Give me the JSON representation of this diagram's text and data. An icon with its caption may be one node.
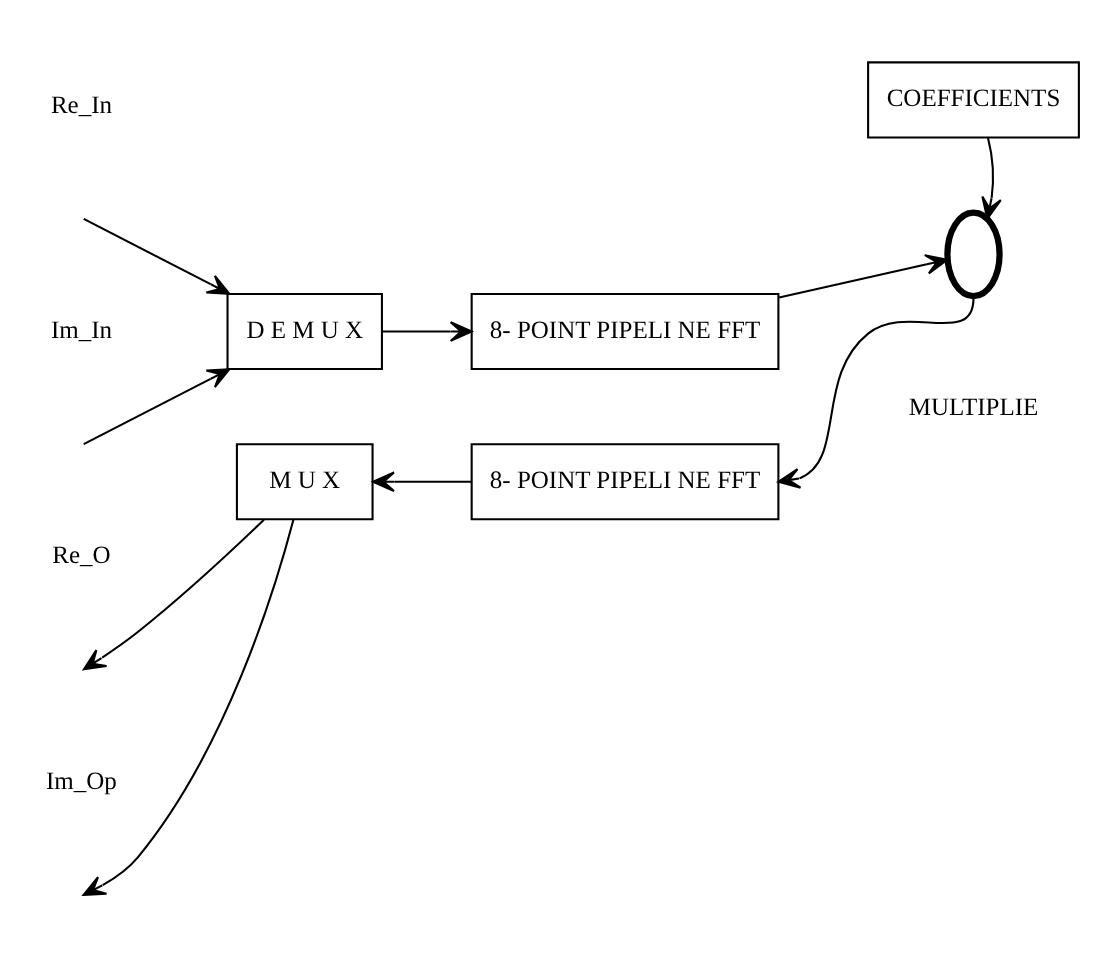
{
  "diagram": {
    "nodes": [
      {
        "text": [
          "D E M U X"
        ]
      },
      {
        "text": [
          "8- POINT PIPELI NE FFT"
        ]
      },
      {
        "text": [
          "COEFFICIENTS"
        ]
      },
      {
        "text": [],
        "shape": "circle"
      },
      {
        "text": [
          "8- POINT PIPELI NE FFT"
        ]
      },
      {
        "text": [
          "M U X"
        ]
      }
    ],
    "edges": [
      {
        "from": null,
        "to": 0,
        "arrow": "to"
      },
      {
        "from": null,
        "to": 0,
        "arrow": "to"
      },
      {
        "from": 0,
        "to": 1,
        "arrow": "to"
      },
      {
        "from": 1,
        "to": 3,
        "arrow": "to"
      },
      {
        "from": 2,
        "to": 3,
        "arrow": "to"
      },
      {
        "from": 3,
        "to": 4,
        "arrow": "to"
      },
      {
        "from": 4,
        "to": 5,
        "arrow": "to"
      },
      {
        "from": 5,
        "to": null,
        "arrow": "to"
      },
      {
        "from": 5,
        "to": null,
        "arrow": "to"
      }
    ],
    "labels": [
      "Re_In",
      "Im_In",
      "MULTIPLIE",
      "Re_O",
      "Im_Op"
    ]
  }
}
